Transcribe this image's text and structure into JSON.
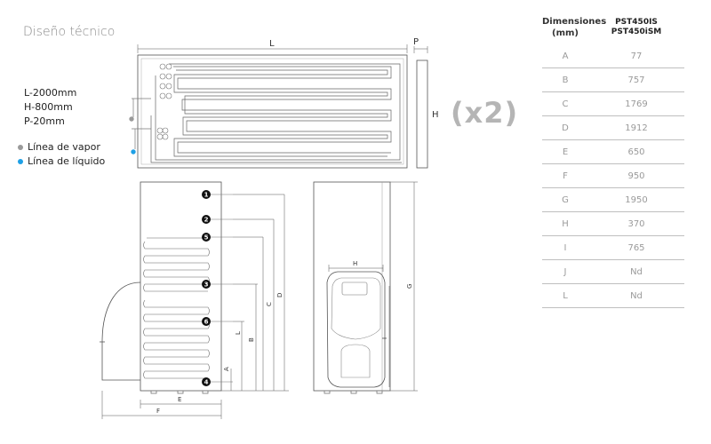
{
  "title": "Diseño técnico",
  "specs": [
    "L-2000mm",
    "H-800mm",
    "P-20mm"
  ],
  "legend": [
    {
      "label": "Línea de vapor",
      "color": "#9a9a9a"
    },
    {
      "label": "Línea de líquido",
      "color": "#1ea0e6"
    }
  ],
  "multiplier": "(x2)",
  "panel_labels": {
    "L": "L",
    "P": "P",
    "H": "H"
  },
  "tank_dims": {
    "A": "A",
    "B": "B",
    "C": "C",
    "D": "D",
    "E": "E",
    "F": "F",
    "G": "G",
    "H": "H",
    "I": "I"
  },
  "connections": [
    "1",
    "2",
    "5",
    "3",
    "6",
    "4"
  ],
  "table": {
    "header_dim": "Dimensiones\n(mm)",
    "header_model": "PST450IS\nPST450iSM",
    "rows": [
      {
        "key": "A",
        "value": "77"
      },
      {
        "key": "B",
        "value": "757"
      },
      {
        "key": "C",
        "value": "1769"
      },
      {
        "key": "D",
        "value": "1912"
      },
      {
        "key": "E",
        "value": "650"
      },
      {
        "key": "F",
        "value": "950"
      },
      {
        "key": "G",
        "value": "1950"
      },
      {
        "key": "H",
        "value": "370"
      },
      {
        "key": "I",
        "value": "765"
      },
      {
        "key": "J",
        "value": "Nd"
      },
      {
        "key": "L",
        "value": "Nd"
      }
    ]
  }
}
